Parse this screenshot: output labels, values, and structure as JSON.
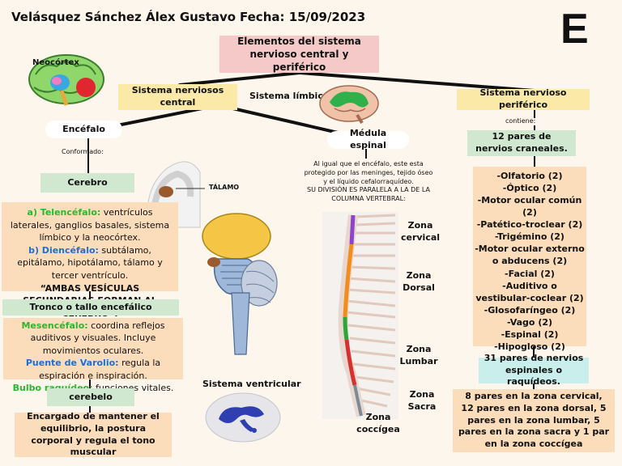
{
  "header": {
    "author": "Velásquez Sánchez Álex Gustavo",
    "date": "Fecha: 15/09/2023",
    "letter": "E"
  },
  "title": "Elementos del sistema nervioso central y periférico",
  "central": {
    "label": "Sistema nerviosos central",
    "limbic_label": "Sistema límbico",
    "neocortex_label": "Neocórtex",
    "encefalo": "Encéfalo",
    "conformado": "Conformado:",
    "cerebro": "Cerebro",
    "talamo_label": "TÁLAMO",
    "cerebro_desc": {
      "a_label": "a) Telencéfalo:",
      "a_text": "ventrículos laterales, ganglios basales, sistema límbico y la neocórtex.",
      "b_label": "b) Diencéfalo:",
      "b_text": "subtálamo, epitálamo, hipotálamo, tálamo y tercer ventrículo.",
      "note": "“AMBAS VESÍCULAS SECUNDARIAS FORMAN AL CEREBRO”."
    },
    "tronco": "Tronco o tallo encefálico",
    "tronco_desc": {
      "mes_label": "Mesencéfalo:",
      "mes_text": "coordina reflejos auditivos y visuales. Incluye movimientos oculares.",
      "pue_label": "Puente de Varolio:",
      "pue_text": "regula la espiración e inspiración.",
      "bul_label": "Bulbo raquídeo:",
      "bul_text": "funciones vitales."
    },
    "cerebelo": "cerebelo",
    "cerebelo_desc": "Encargado de mantener el equilibrio, la postura corporal y regula el tono muscular",
    "ventricular_label": "Sistema ventricular"
  },
  "medula": {
    "label": "Médula espinal",
    "desc_lines": [
      "Al igual que el encéfalo, este esta",
      "protegido por las meninges, tejido óseo",
      "y el líquido cefalorraquídeo.",
      "SU DIVISIÓN ES PARALELA A LA DE LA",
      "COLUMNA VERTEBRAL:"
    ],
    "zones": [
      {
        "key": "cervical",
        "text": "Zona cervical"
      },
      {
        "key": "dorsal",
        "text": "Zona Dorsal"
      },
      {
        "key": "lumbar",
        "text": "Zona Lumbar"
      },
      {
        "key": "sacra",
        "text": "Zona Sacra"
      },
      {
        "key": "coccigea",
        "text": "Zona coccígea"
      }
    ]
  },
  "periferico": {
    "label": "Sistema nervioso periférico",
    "contiene": "contiene:",
    "craneales": "12 pares de nervios craneales.",
    "craneales_list": [
      "-Olfatorio (2)",
      "-Óptico (2)",
      "-Motor ocular común (2)",
      "-Patético-troclear (2)",
      "-Trigémino (2)",
      "-Motor ocular externo o abducens (2)",
      "-Facial (2)",
      "-Auditivo o vestibular-coclear (2)",
      "-Glosofaríngeo (2)",
      "-Vago (2)",
      "-Espinal (2)",
      "-Hipogloso (2)"
    ],
    "espinales": "31 pares de nervios espinales o raquídeos.",
    "espinales_desc": "8 pares en la zona cervical, 12 pares en la zona dorsal, 5 pares en la zona lumbar, 5 pares en la zona sacra y 1 par en la zona coccígea"
  },
  "colors": {
    "background": "#fdf6ec",
    "pink": "#f6c9c9",
    "yellow": "#fbe9a8",
    "green": "#cfe8cf",
    "peach": "#fbdcbb",
    "teal": "#c9eeec",
    "label_green": "#2fb52f",
    "label_blue": "#1c6fd6"
  }
}
